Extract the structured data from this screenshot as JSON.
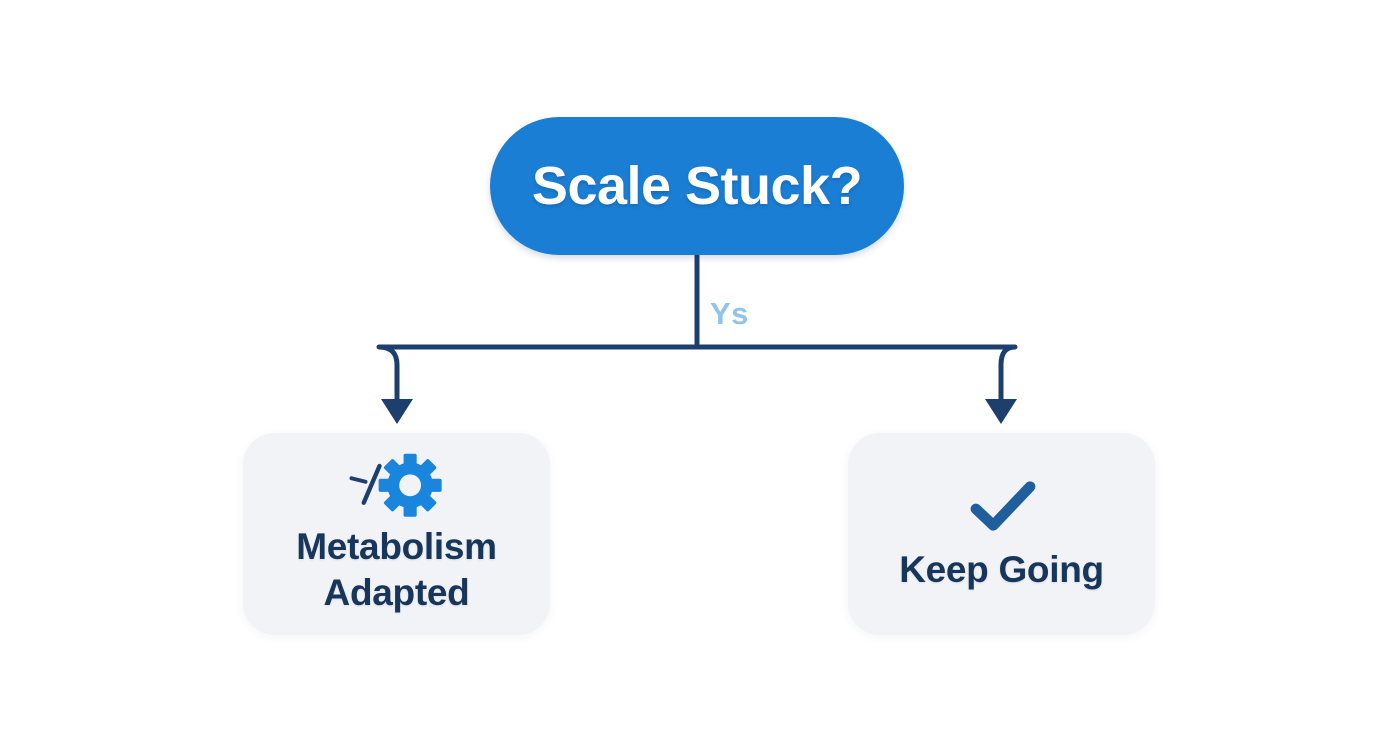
{
  "diagram": {
    "type": "decision-flowchart",
    "background_color": "#ffffff",
    "root": {
      "label": "Scale Stuck?",
      "shape": "pill",
      "fill_color": "#1a7ed4",
      "text_color": "#ffffff"
    },
    "edge": {
      "label": "Ys",
      "label_color": "#93c4e8",
      "connector_color": "#1d3f6e",
      "style": "elbow-with-arrowheads"
    },
    "branches": [
      {
        "id": "metabolism-adapted",
        "icon": "gear-icon",
        "icon_color": "#1a85dd",
        "icon_accent_color": "#1d3f6e",
        "label_line1": "Metabolism",
        "label_line2": "Adapted",
        "card_color": "#f1f3f7",
        "text_color": "#173659"
      },
      {
        "id": "keep-going",
        "icon": "check-icon",
        "icon_color": "#1f5f9e",
        "label_line1": "Keep Going",
        "label_line2": "",
        "card_color": "#f1f3f7",
        "text_color": "#173659"
      }
    ]
  }
}
